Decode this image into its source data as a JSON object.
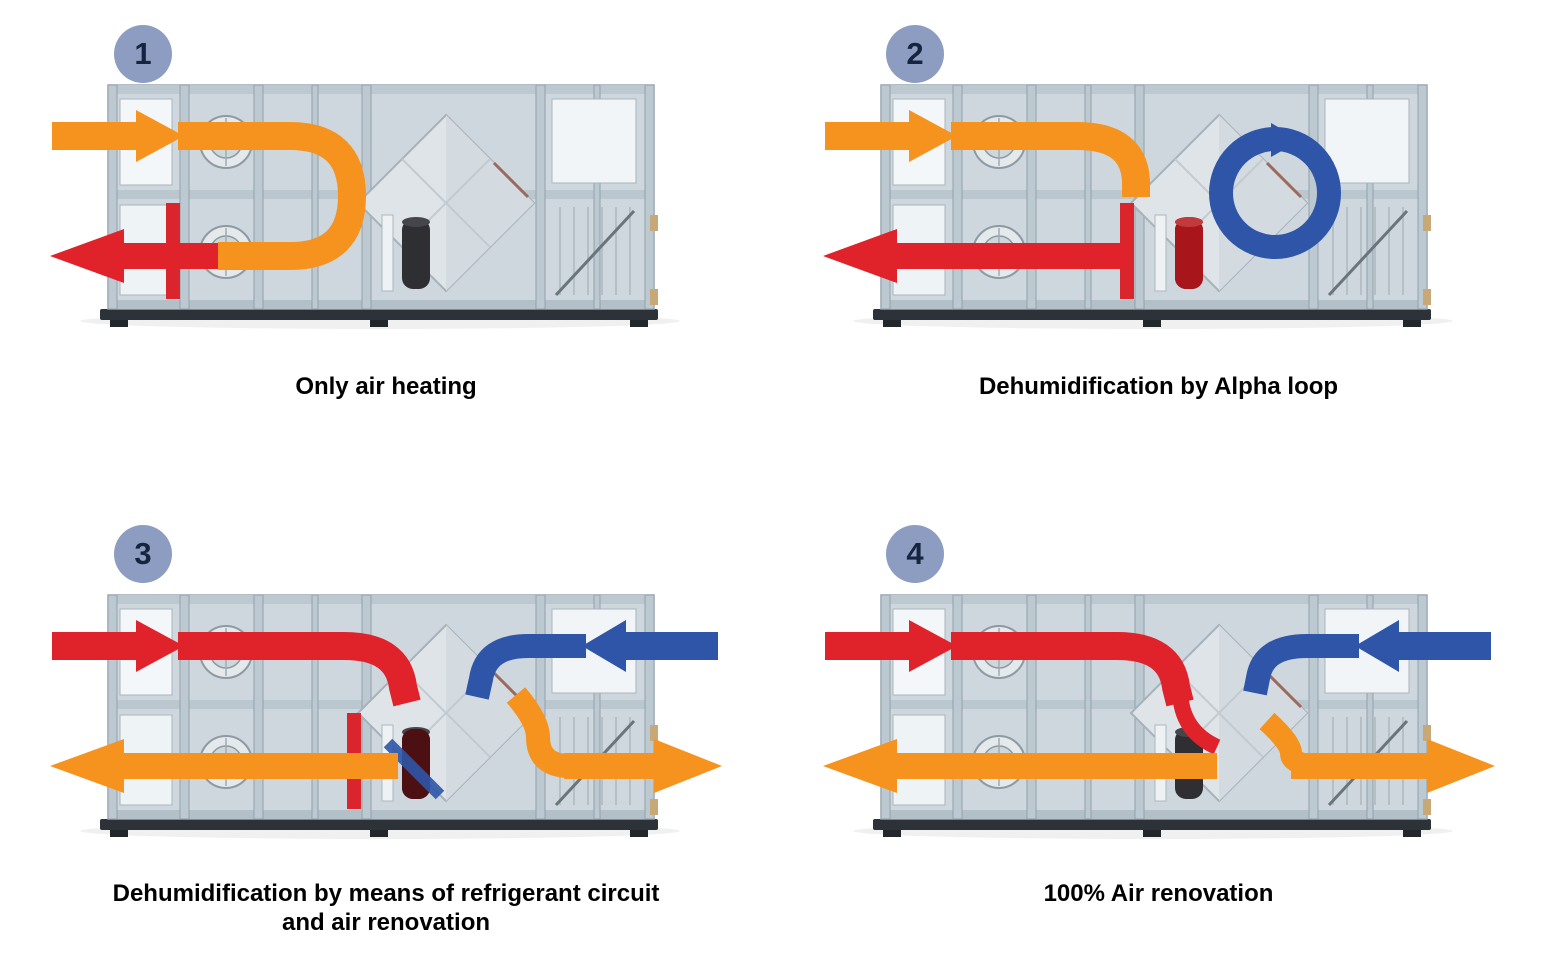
{
  "colors": {
    "badge_bg": "#8d9dc1",
    "badge_text": "#16253f",
    "arrow_orange": "#f6921e",
    "arrow_red": "#e0222a",
    "arrow_blue": "#2e55a8",
    "caption_text": "#000000",
    "unit_frame": "#bdc9d1",
    "unit_panel": "#d6dfe5",
    "unit_base": "#2c3237"
  },
  "panels": [
    {
      "number": "1",
      "caption": "Only air heating"
    },
    {
      "number": "2",
      "caption": "Dehumidification by Alpha loop"
    },
    {
      "number": "3",
      "caption": "Dehumidification by means of refrigerant circuit and air renovation"
    },
    {
      "number": "4",
      "caption": "100% Air renovation"
    }
  ]
}
